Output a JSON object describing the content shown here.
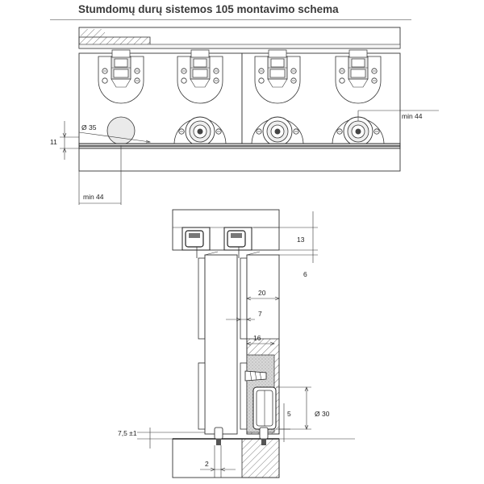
{
  "title": "Stumdomų durų sistemos 105 montavimo schema",
  "dimensions": {
    "diameter_35": "Ø 35",
    "h_11": "11",
    "min44_right": "min 44",
    "min44_left": "min 44",
    "d13": "13",
    "d6": "6",
    "d20": "20",
    "d7": "7",
    "d16": "16",
    "d5": "5",
    "diameter_30": "Ø 30",
    "d7_5": "7,5 ±1",
    "d2": "2"
  }
}
